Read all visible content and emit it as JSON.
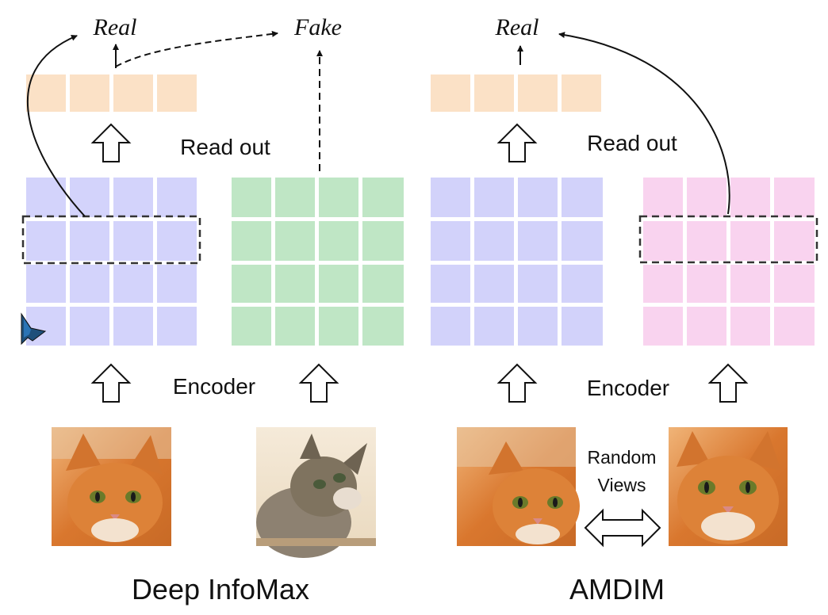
{
  "colors": {
    "readout": "#fbe1c6",
    "dim_global": "#d3d3fb",
    "dim_fake": "#bfe6c5",
    "amdim_global": "#d2d2fa",
    "amdim_local": "#f9d3ef",
    "line": "#111111"
  },
  "labels": {
    "dim_real": "Real",
    "dim_fake": "Fake",
    "amdim_real": "Real",
    "dim_readout": "Read out",
    "amdim_readout": "Read out",
    "dim_encoder": "Encoder",
    "amdim_encoder": "Encoder",
    "random": "Random",
    "views": "Views",
    "dim_title": "Deep InfoMax",
    "amdim_title": "AMDIM"
  },
  "images": {
    "dim_real": "orange-cat-photo",
    "dim_fake": "kitten-looking-up-photo",
    "amdim_view1": "orange-cat-view-1",
    "amdim_view2": "orange-cat-view-2"
  },
  "icons": {
    "cursor": "cursor-icon"
  }
}
